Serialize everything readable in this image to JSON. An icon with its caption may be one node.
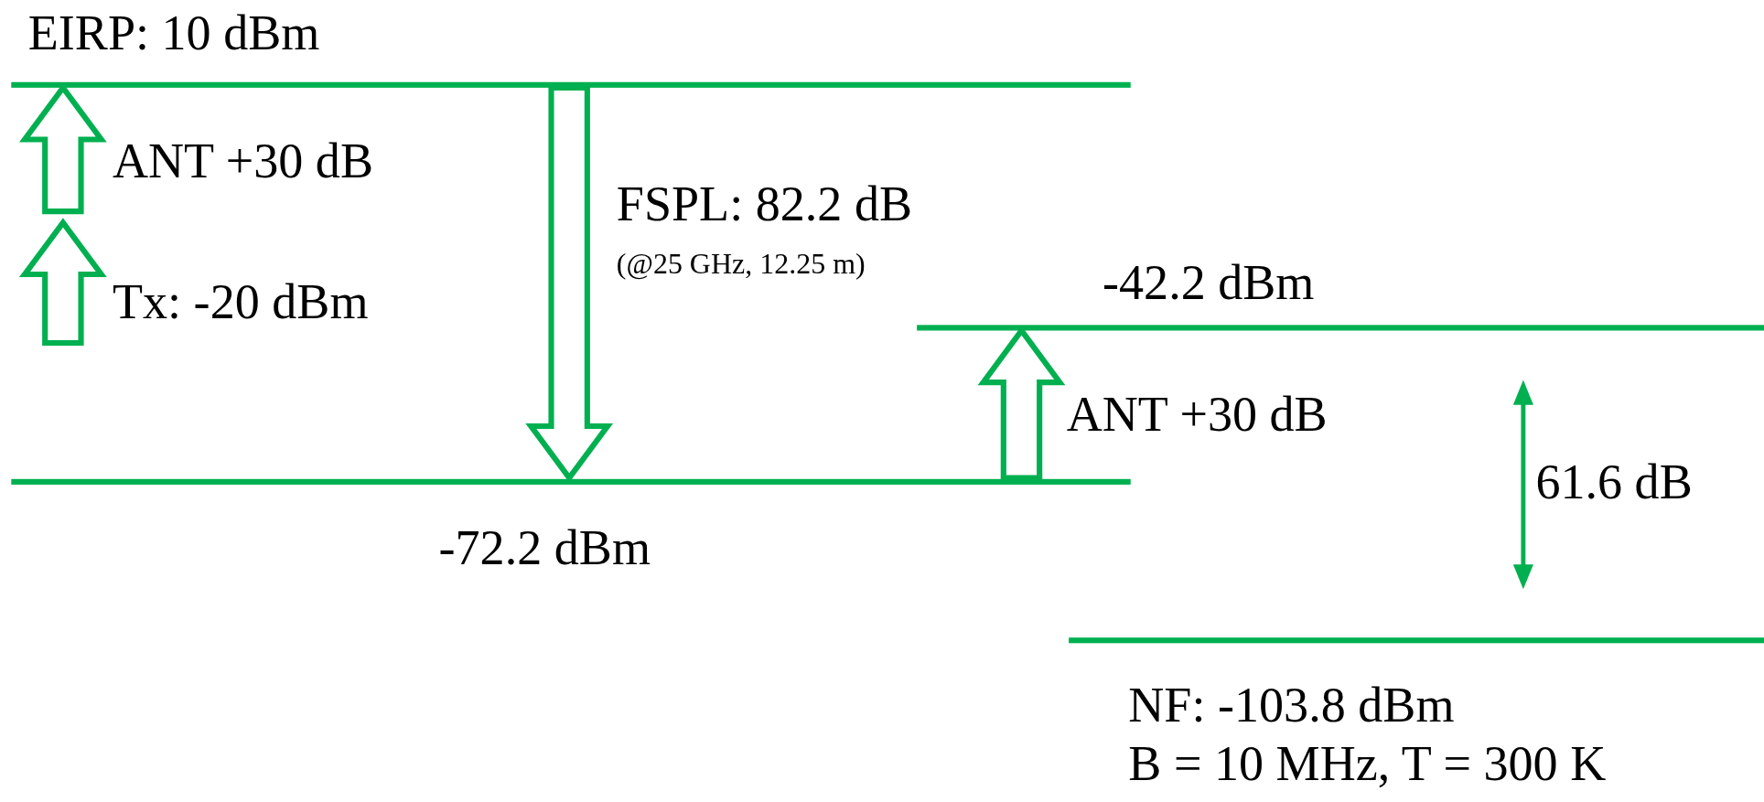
{
  "diagram": {
    "nodes": [
      {
        "text": [],
        "shape": "bar",
        "beside": [
          "EIRP: 10 dBm"
        ]
      },
      {
        "text": [],
        "shape": "bar",
        "beside": [
          "-72.2 dBm"
        ]
      },
      {
        "text": [],
        "shape": "bar",
        "beside": [
          "-42.2 dBm"
        ]
      },
      {
        "text": [],
        "shape": "bar",
        "beside": [
          "NF: -103.8 dBm",
          "B = 10 MHz, T = 300 K"
        ]
      }
    ],
    "edges": [
      {
        "from": null,
        "to": 0,
        "arrow": "to",
        "label": "ANT +30 dB"
      },
      {
        "from": 0,
        "to": 1,
        "arrow": "to",
        "label": "FSPL: 82.2 dB"
      },
      {
        "from": 1,
        "to": 2,
        "arrow": "to",
        "label": "ANT +30 dB"
      }
    ],
    "labels": [
      "(@25 GHz, 12.25 m)",
      "Tx: -20 dBm",
      "61.6 dB"
    ]
  }
}
